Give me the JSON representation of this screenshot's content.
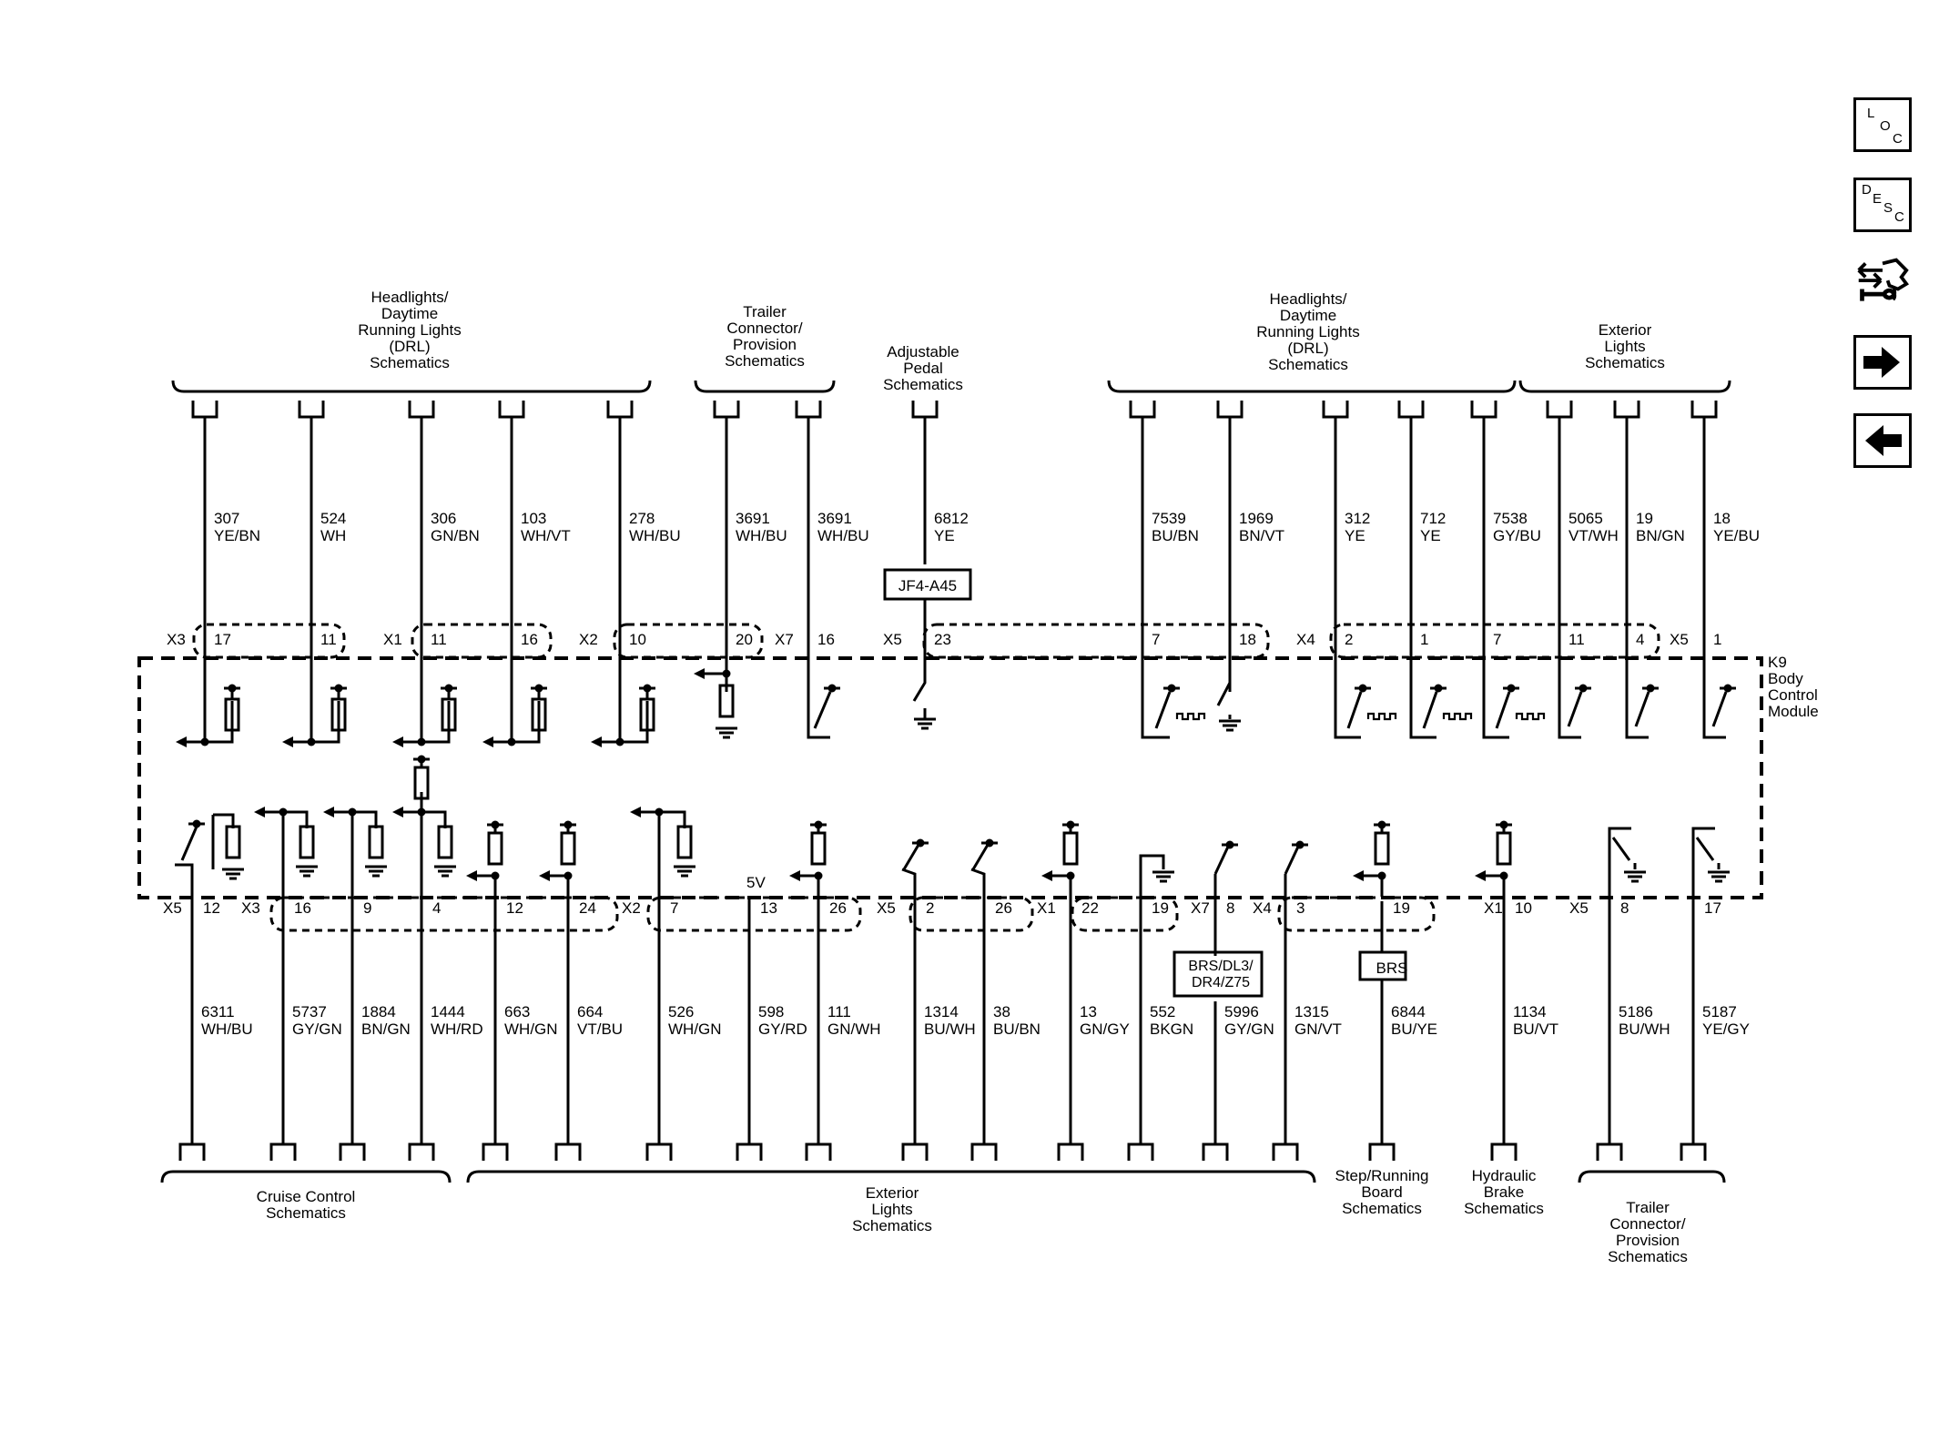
{
  "nav": {
    "loc": [
      "L",
      "O",
      "C"
    ],
    "desc": [
      "D",
      "E",
      "S",
      "C"
    ]
  },
  "module": {
    "name": "K9",
    "desc": [
      "Body",
      "Control",
      "Module"
    ]
  },
  "five_volt": "5V",
  "top_groups": [
    [
      "Headlights/",
      "Daytime",
      "Running Lights",
      "(DRL)",
      "Schematics"
    ],
    [
      "Trailer",
      "Connector/",
      "Provision",
      "Schematics"
    ],
    [
      "Adjustable",
      "Pedal",
      "Schematics"
    ],
    [
      "Headlights/",
      "Daytime",
      "Running Lights",
      "(DRL)",
      "Schematics"
    ],
    [
      "Exterior",
      "Lights",
      "Schematics"
    ]
  ],
  "bottom_groups": [
    [
      "Cruise Control",
      "Schematics"
    ],
    [
      "Exterior",
      "Lights",
      "Schematics"
    ],
    [
      "Step/Running",
      "Board",
      "Schematics"
    ],
    [
      "Hydraulic",
      "Brake",
      "Schematics"
    ],
    [
      "Trailer",
      "Connector/",
      "Provision",
      "Schematics"
    ]
  ],
  "top_connectors": [
    "X3",
    "X1",
    "X2",
    "X7",
    "X5",
    "X4",
    "X5"
  ],
  "bottom_connectors": [
    "X5",
    "X3",
    "X2",
    "X5",
    "X1",
    "X7",
    "X4",
    "X1",
    "X5"
  ],
  "top_wires": [
    {
      "circuit": "307",
      "color": "YE/BN",
      "pin": "17"
    },
    {
      "circuit": "524",
      "color": "WH",
      "pin": "11"
    },
    {
      "circuit": "306",
      "color": "GN/BN",
      "pin": "11"
    },
    {
      "circuit": "103",
      "color": "WH/VT",
      "pin": "16"
    },
    {
      "circuit": "278",
      "color": "WH/BU",
      "pin": "10"
    },
    {
      "circuit": "3691",
      "color": "WH/BU",
      "pin": "20"
    },
    {
      "circuit": "3691",
      "color": "WH/BU",
      "pin": "16"
    },
    {
      "circuit": "6812",
      "color": "YE",
      "pin": "23"
    },
    {
      "circuit": "7539",
      "color": "BU/BN",
      "pin": "7"
    },
    {
      "circuit": "1969",
      "color": "BN/VT",
      "pin": "18"
    },
    {
      "circuit": "312",
      "color": "YE",
      "pin": "2"
    },
    {
      "circuit": "712",
      "color": "YE",
      "pin": "1"
    },
    {
      "circuit": "7538",
      "color": "GY/BU",
      "pin": "7"
    },
    {
      "circuit": "5065",
      "color": "VT/WH",
      "pin": "11"
    },
    {
      "circuit": "19",
      "color": "BN/GN",
      "pin": "4"
    },
    {
      "circuit": "18",
      "color": "YE/BU",
      "pin": "1"
    }
  ],
  "bottom_wires": [
    {
      "circuit": "6311",
      "color": "WH/BU",
      "pin": "12"
    },
    {
      "circuit": "5737",
      "color": "GY/GN",
      "pin": "16"
    },
    {
      "circuit": "1884",
      "color": "BN/GN",
      "pin": "9"
    },
    {
      "circuit": "1444",
      "color": "WH/RD",
      "pin": "4"
    },
    {
      "circuit": "663",
      "color": "WH/GN",
      "pin": "12"
    },
    {
      "circuit": "664",
      "color": "VT/BU",
      "pin": "24"
    },
    {
      "circuit": "526",
      "color": "WH/GN",
      "pin": "7"
    },
    {
      "circuit": "598",
      "color": "GY/RD",
      "pin": "13"
    },
    {
      "circuit": "111",
      "color": "GN/WH",
      "pin": "26"
    },
    {
      "circuit": "1314",
      "color": "BU/WH",
      "pin": "2"
    },
    {
      "circuit": "38",
      "color": "BU/BN",
      "pin": "26"
    },
    {
      "circuit": "13",
      "color": "GN/GY",
      "pin": "22"
    },
    {
      "circuit": "552",
      "color": "BKGN",
      "pin": "19"
    },
    {
      "circuit": "5996",
      "color": "GY/GN",
      "pin": "8"
    },
    {
      "circuit": "1315",
      "color": "GN/VT",
      "pin": "3"
    },
    {
      "circuit": "6844",
      "color": "BU/YE",
      "pin": "19"
    },
    {
      "circuit": "1134",
      "color": "BU/VT",
      "pin": "10"
    },
    {
      "circuit": "5186",
      "color": "BU/WH",
      "pin": "8"
    },
    {
      "circuit": "5187",
      "color": "YE/GY",
      "pin": "17"
    }
  ],
  "inline_boxes": {
    "jf4": "JF4-A45",
    "brs_option": [
      "BRS/DL3/",
      "DR4/Z75"
    ],
    "brs": "BRS"
  }
}
